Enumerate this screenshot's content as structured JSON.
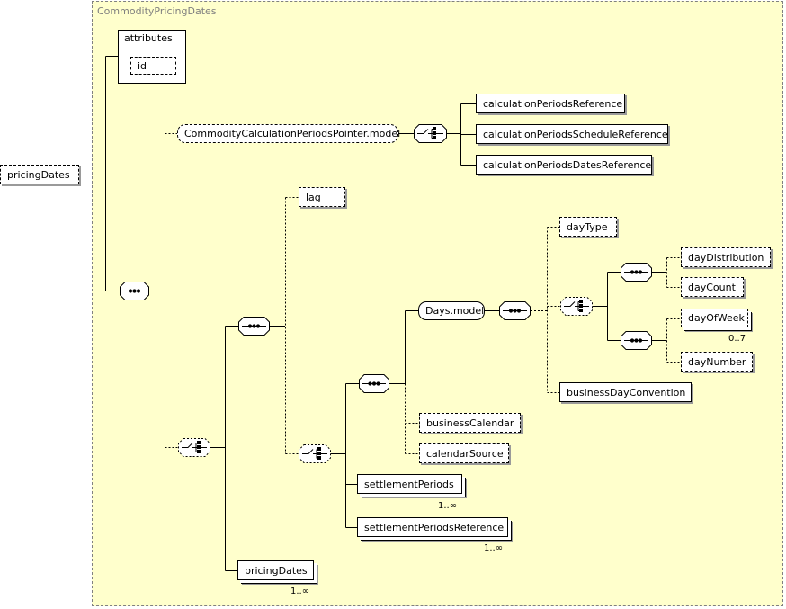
{
  "panel_title": "CommodityPricingDates",
  "root": "pricingDates",
  "attributes": {
    "title": "attributes",
    "id": "id"
  },
  "nodes": {
    "pointer_model": "CommodityCalculationPeriodsPointer.model",
    "calc_ref": "calculationPeriodsReference",
    "calc_schedule_ref": "calculationPeriodsScheduleReference",
    "calc_dates_ref": "calculationPeriodsDatesReference",
    "lag": "lag",
    "day_type": "dayType",
    "days_model": "Days.model",
    "day_distribution": "dayDistribution",
    "day_count": "dayCount",
    "day_of_week": "dayOfWeek",
    "day_number": "dayNumber",
    "business_day_convention": "businessDayConvention",
    "business_calendar": "businessCalendar",
    "calendar_source": "calendarSource",
    "settlement_periods": "settlementPeriods",
    "settlement_periods_reference": "settlementPeriodsReference",
    "pricing_dates_inner": "pricingDates"
  },
  "occurrences": {
    "day_of_week": "0..7",
    "settlement_periods": "1..∞",
    "settlement_periods_reference": "1..∞",
    "pricing_dates_inner": "1..∞"
  }
}
